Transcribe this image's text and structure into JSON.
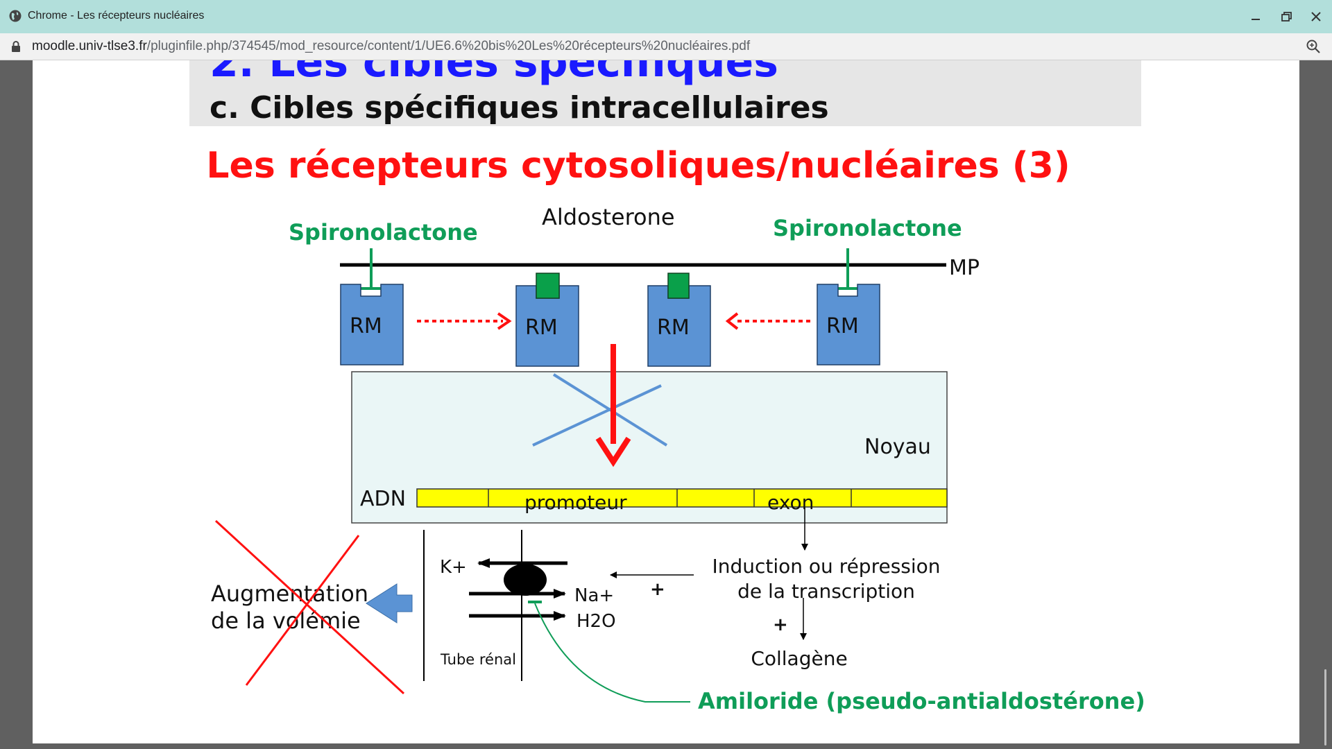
{
  "browser": {
    "window_title": "Chrome - Les récepteurs nucléaires",
    "url_host": "moodle.univ-tlse3.fr",
    "url_path": "/pluginfile.php/374545/mod_resource/content/1/UE6.6%20bis%20Les%20récepteurs%20nucléaires.pdf",
    "icons": {
      "site": "globe-icon",
      "security": "lock-icon",
      "zoom": "zoom-icon",
      "minimize": "minimize-icon",
      "restore": "restore-icon",
      "close": "close-icon"
    }
  },
  "slide": {
    "section_title": "2. Les cibles spécifiques",
    "subsection_title": "c. Cibles spécifiques intracellulaires",
    "main_title": "Les récepteurs cytosoliques/nucléaires (3)",
    "colors": {
      "blue_title": "#1a1aff",
      "red": "#ff1111",
      "green": "#0f9d58",
      "receptor": "#5b93d4",
      "dna": "#ffff00",
      "nucleus": "#eaf6f6"
    },
    "labels": {
      "aldosterone": "Aldosterone",
      "spironolactone_left": "Spironolactone",
      "spironolactone_right": "Spironolactone",
      "membrane": "MP",
      "receptor": "RM",
      "nucleus": "Noyau",
      "dna": "ADN",
      "promoter": "promoteur",
      "exon": "exon",
      "transcription_line1": "Induction ou répression",
      "transcription_line2": "de la transcription",
      "plus_left": "+",
      "plus_bottom": "+",
      "collagen": "Collagène",
      "potassium": "K+",
      "sodium": "Na+",
      "water": "H2O",
      "renal_tube": "Tube rénal",
      "volemia_line1": "Augmentation",
      "volemia_line2": "de la volémie",
      "amiloride": "Amiloride (pseudo-antialdostérone)"
    }
  }
}
